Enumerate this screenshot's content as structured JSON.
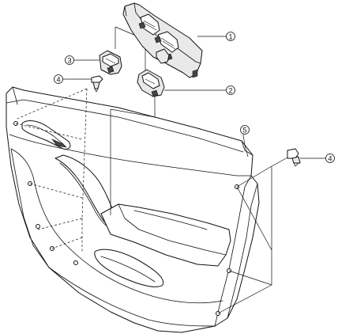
{
  "callouts": [
    {
      "id": "c1",
      "label": "1"
    },
    {
      "id": "c2",
      "label": "2"
    },
    {
      "id": "c3",
      "label": "3"
    },
    {
      "id": "c4a",
      "label": "4"
    },
    {
      "id": "c4b",
      "label": "4"
    },
    {
      "id": "c5",
      "label": "5"
    }
  ]
}
